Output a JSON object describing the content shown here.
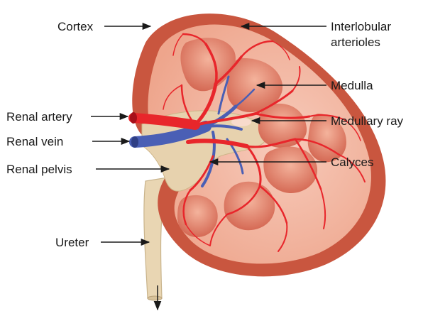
{
  "labels": {
    "cortex": "Cortex",
    "interlobular_line1": "Interlobular",
    "interlobular_line2": "arterioles",
    "medulla": "Medulla",
    "medullary_ray": "Medullary ray",
    "renal_artery": "Renal artery",
    "renal_vein": "Renal vein",
    "calyces": "Calyces",
    "renal_pelvis": "Renal pelvis",
    "ureter": "Ureter"
  },
  "colors": {
    "capsule": "#c9563f",
    "cortex": "#f2b9a3",
    "pyramid": "#d9705a",
    "pyramid_light": "#f0a58c",
    "artery": "#e8262b",
    "vein": "#4a5fb5",
    "pelvis": "#e7d2ae",
    "ureter": "#e9d6b3"
  }
}
